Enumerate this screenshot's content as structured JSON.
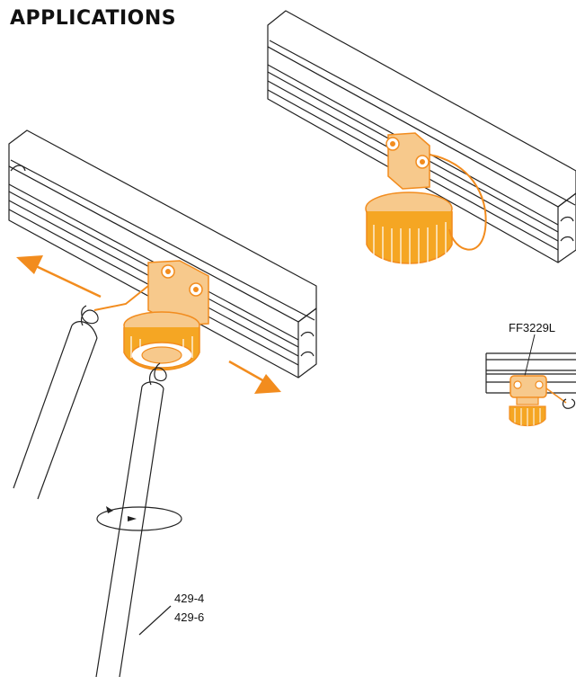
{
  "title": "APPLICATIONS",
  "labels": {
    "pole_part_1": "429-4",
    "pole_part_2": "429-6",
    "connector_part": "FF3229L"
  },
  "colors": {
    "accent": "#F28C1E",
    "line": "#222222",
    "background": "#FFFFFF"
  }
}
